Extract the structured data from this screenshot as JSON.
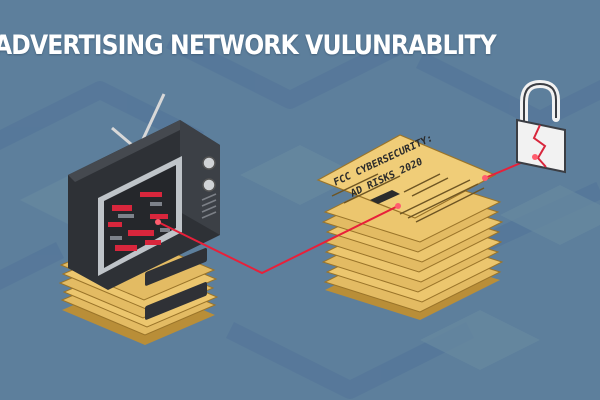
{
  "title": "ADVERTISING NETWORK VULUNRABLITY",
  "document_headline": {
    "line1": "FCC CYBERSECURITY:",
    "line2": "AD RISKS 2020"
  },
  "icons": {
    "television": "tv-icon",
    "documents": "document-stack-icon",
    "padlock": "broken-padlock-icon"
  },
  "colors": {
    "background": "#5d7f9c",
    "paper": "#e3bb63",
    "laser": "#e8203a",
    "tv_body": "#3a3d42",
    "title_text": "#ffffff"
  }
}
